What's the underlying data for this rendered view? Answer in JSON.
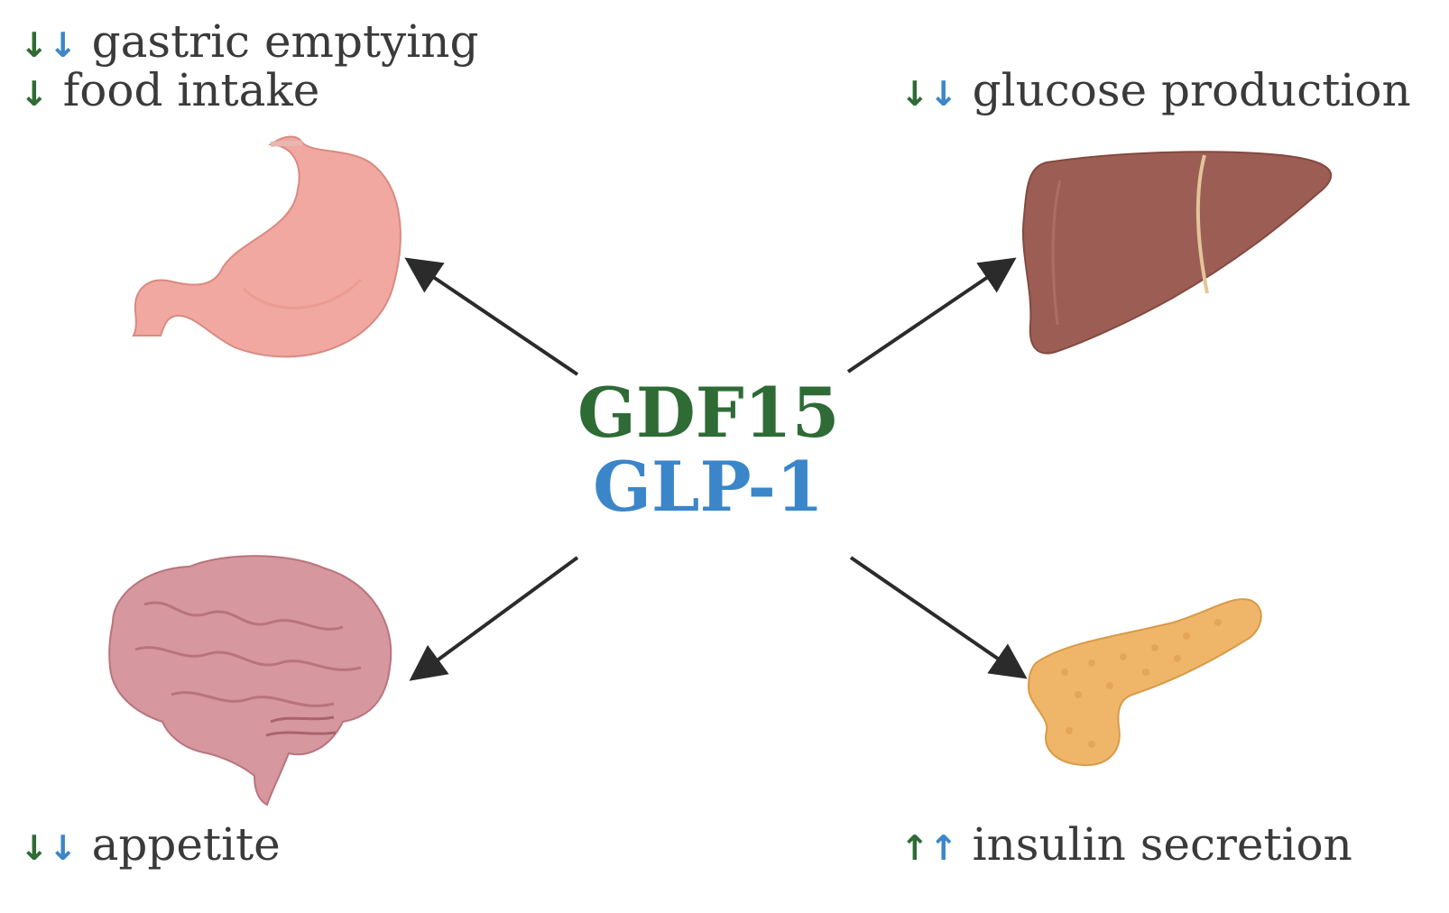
{
  "center": {
    "label_1": "GDF15",
    "label_1_color": "#2e6b35",
    "label_2": "GLP-1",
    "label_2_color": "#3b86c9"
  },
  "organs": {
    "stomach": {
      "icon": "stomach-icon",
      "effects": [
        {
          "arrows": [
            "down-green",
            "down-blue"
          ],
          "text": "gastric emptying"
        },
        {
          "arrows": [
            "down-green"
          ],
          "text": "food intake"
        }
      ]
    },
    "liver": {
      "icon": "liver-icon",
      "effects": [
        {
          "arrows": [
            "down-green",
            "down-blue"
          ],
          "text": "glucose production"
        }
      ]
    },
    "brain": {
      "icon": "brain-icon",
      "effects": [
        {
          "arrows": [
            "down-green",
            "down-blue"
          ],
          "text": "appetite"
        }
      ]
    },
    "pancreas": {
      "icon": "pancreas-icon",
      "effects": [
        {
          "arrows": [
            "up-green",
            "up-blue"
          ],
          "text": "insulin secretion"
        }
      ]
    }
  },
  "colors": {
    "green": "#2e6b35",
    "blue": "#3b86c9",
    "stomach": "#f0a8a0",
    "liver": "#9c5e54",
    "brain": "#d6979f",
    "pancreas": "#efb66a"
  }
}
